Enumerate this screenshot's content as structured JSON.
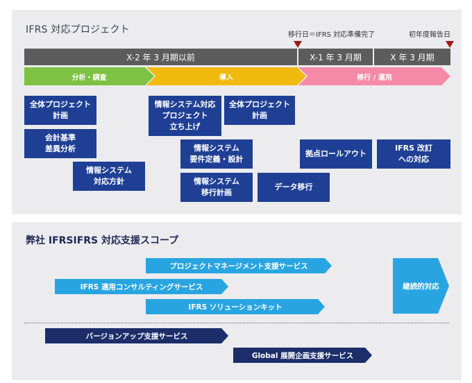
{
  "roadmap": {
    "title": "IFRS 対応プロジェクト",
    "milestones": {
      "transition": "移行日＝IFRS 対応準備完了",
      "first_report": "初年度報告日"
    },
    "periods": [
      "X-2 年 3 月期以前",
      "X-1 年 3 月期",
      "X 年 3 月期"
    ],
    "phases": [
      "分析・調査",
      "導入",
      "移行 / 運用"
    ],
    "tasks": {
      "overall_plan_1": "全体プロジェクト\n計画",
      "accounting_gap": "会計基準\n差異分析",
      "is_policy": "情報システム\n対応方針",
      "is_launch": "情報システム対応\nプロジェクト\n立ち上げ",
      "overall_plan_2": "全体プロジェクト\n計画",
      "is_requirements": "情報システム\n要件定義・設計",
      "is_migration_plan": "情報システム\n移行計画",
      "data_migration": "データ移行",
      "rollout": "拠点ロールアウト",
      "ifrs_revision": "IFRS 改訂\nへの対応"
    },
    "colors": {
      "period_bar": "#5c5c5c",
      "phase_analysis": "#7dc242",
      "phase_introduction": "#f2b90f",
      "phase_operation": "#f58aa8",
      "task": "#1f3f95",
      "milestone_marker": "#9a1c1c"
    }
  },
  "scope": {
    "title": "弊社 IFRSIFRS 対応支援スコープ",
    "services": {
      "pm_support": "プロジェクトマネージメント支援サービス",
      "consulting": "IFRS 適用コンサルティングサービス",
      "solution_kit": "IFRS ソリューションキット",
      "continuous": "継続的対応",
      "version_up": "バージョンアップ支援サービス",
      "global_planning": "Global 展開企画支援サービス"
    },
    "colors": {
      "light_service": "#28a5e1",
      "dark_service": "#1c2d6a"
    }
  }
}
